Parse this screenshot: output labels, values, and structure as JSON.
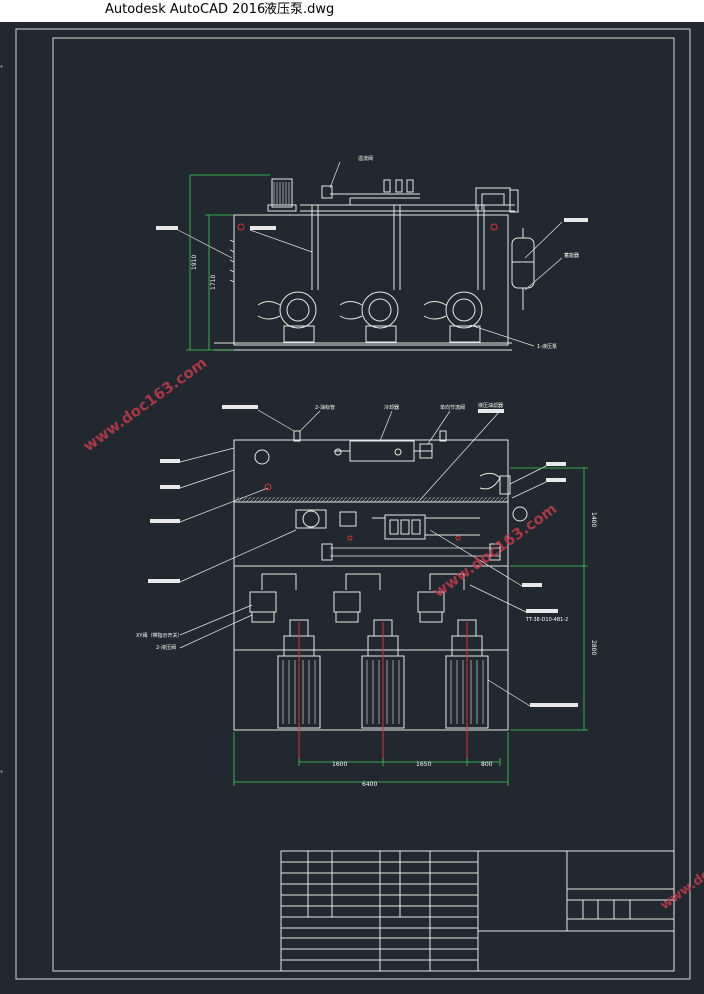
{
  "window": {
    "app_title": "Autodesk AutoCAD 2016",
    "document_title": "液压泵.dwg"
  },
  "colors": {
    "canvas": "#212830",
    "line": "#e8e8e8",
    "dimension": "#39d353",
    "center": "#e03030",
    "watermark": "#c23a4a"
  },
  "drawing": {
    "top_view": {
      "labels": {
        "top_valve": "溢流阀",
        "right_upper": "",
        "right_lower": "蓄能器",
        "bottom_right": "1-液压泵"
      },
      "dims": {
        "height_outer": "1910",
        "height_inner": "1710"
      }
    },
    "plan_view": {
      "labels": {
        "top_left": "",
        "top_1": "2-油标管",
        "top_2": "冷却器",
        "top_3": "单向节流阀",
        "top_4": "液压油滤器",
        "right_1": "",
        "right_2": "",
        "bottom_left_1": "XY阀（带指示开关）",
        "bottom_left_2": "2-液压阀",
        "bottom_right_model": "TT-38-D10-4B1-2"
      },
      "dims": {
        "right_upper": "1400",
        "right_lower": "2800",
        "bottom_1": "1600",
        "bottom_2": "1650",
        "bottom_3": "800",
        "bottom_total": "6400"
      }
    },
    "watermark": "www.doc163.com"
  }
}
